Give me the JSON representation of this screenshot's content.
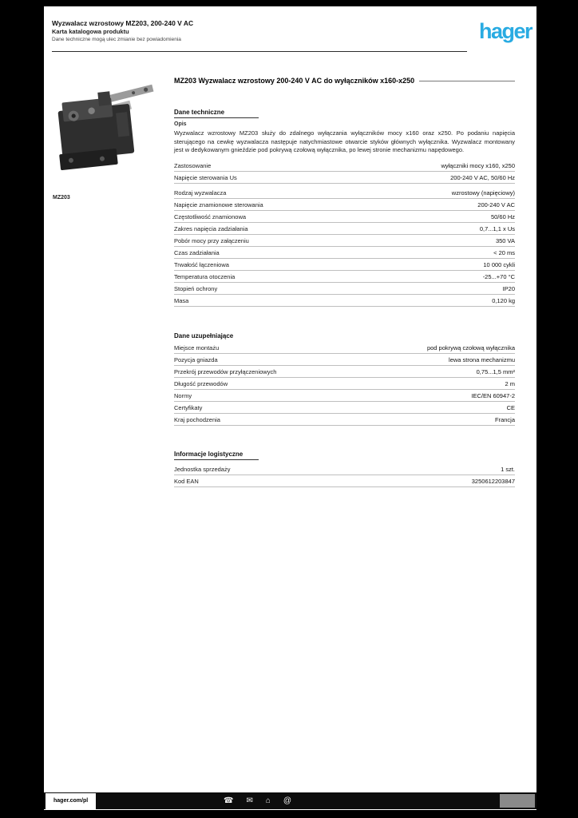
{
  "brand": {
    "logo_text": "hager",
    "color": "#29abe2"
  },
  "header": {
    "line1": "Wyzwalacz wzrostowy MZ203, 200-240 V AC",
    "line2": "Karta katalogowa produktu",
    "line3": "Dane techniczne mogą ulec zmianie bez powiadomienia"
  },
  "product": {
    "image_caption": "MZ203"
  },
  "title": "MZ203 Wyzwalacz wzrostowy 200-240 V AC do wyłączników x160-x250",
  "sections": {
    "technical": {
      "heading": "Dane techniczne",
      "description_label": "Opis",
      "description": "Wyzwalacz wzrostowy MZ203 służy do zdalnego wyłączania wyłączników mocy x160 oraz x250. Po podaniu napięcia sterującego na cewkę wyzwalacza następuje natychmiastowe otwarcie styków głównych wyłącznika. Wyzwalacz montowany jest w dedykowanym gnieździe pod pokrywą czołową wyłącznika, po lewej stronie mechanizmu napędowego.",
      "intro_rows": [
        {
          "label": "Zastosowanie",
          "value": "wyłączniki mocy x160, x250"
        },
        {
          "label": "Napięcie sterowania Us",
          "value": "200-240 V AC, 50/60 Hz"
        }
      ],
      "rows": [
        {
          "label": "Rodzaj wyzwalacza",
          "value": "wzrostowy (napięciowy)"
        },
        {
          "label": "Napięcie znamionowe sterowania",
          "value": "200-240 V AC"
        },
        {
          "label": "Częstotliwość znamionowa",
          "value": "50/60 Hz"
        },
        {
          "label": "Zakres napięcia zadziałania",
          "value": "0,7...1,1 x Us"
        },
        {
          "label": "Pobór mocy przy załączeniu",
          "value": "350 VA"
        },
        {
          "label": "Czas zadziałania",
          "value": "< 20 ms"
        },
        {
          "label": "Trwałość łączeniowa",
          "value": "10 000 cykli"
        },
        {
          "label": "Temperatura otoczenia",
          "value": "-25...+70 °C"
        },
        {
          "label": "Stopień ochrony",
          "value": "IP20"
        },
        {
          "label": "Masa",
          "value": "0,120 kg"
        }
      ]
    },
    "additional": {
      "heading": "Dane uzupełniające",
      "rows": [
        {
          "label": "Miejsce montażu",
          "value": "pod pokrywą czołową wyłącznika"
        },
        {
          "label": "Pozycja gniazda",
          "value": "lewa strona mechanizmu"
        },
        {
          "label": "Przekrój przewodów przyłączeniowych",
          "value": "0,75...1,5 mm²"
        },
        {
          "label": "Długość przewodów",
          "value": "2 m"
        },
        {
          "label": "Normy",
          "value": "IEC/EN 60947-2"
        },
        {
          "label": "Certyfikaty",
          "value": "CE"
        },
        {
          "label": "Kraj pochodzenia",
          "value": "Francja"
        }
      ]
    },
    "logistics": {
      "heading": "Informacje logistyczne",
      "rows": [
        {
          "label": "Jednostka sprzedaży",
          "value": "1 szt."
        },
        {
          "label": "Kod EAN",
          "value": "3250612203847"
        }
      ]
    }
  },
  "footer": {
    "link": "hager.com/pl",
    "icons": [
      {
        "name": "phone-icon",
        "glyph": "☎"
      },
      {
        "name": "mail-icon",
        "glyph": "✉"
      },
      {
        "name": "home-icon",
        "glyph": "⌂"
      },
      {
        "name": "web-icon",
        "glyph": "@"
      }
    ]
  }
}
